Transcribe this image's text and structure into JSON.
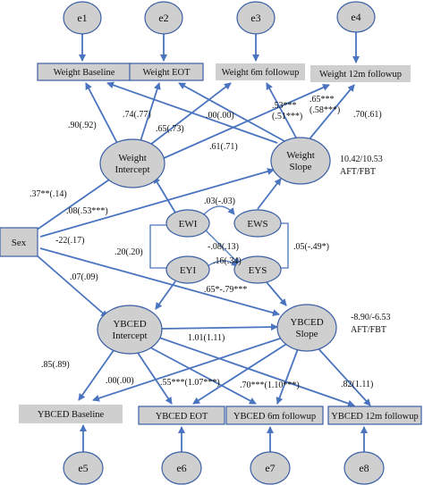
{
  "errors": [
    "e1",
    "e2",
    "e3",
    "e4",
    "e5",
    "e6",
    "e7",
    "e8"
  ],
  "weight_boxes": [
    "Weight Baseline",
    "Weight EOT",
    "Weight 6m followup",
    "Weight 12m followup"
  ],
  "ybced_boxes": [
    "YBCED Baseline",
    "YBCED EOT",
    "YBCED 6m followup",
    "YBCED 12m followup"
  ],
  "latent": {
    "weight_intercept": [
      "Weight",
      "Intercept"
    ],
    "weight_slope": [
      "Weight",
      "Slope"
    ],
    "ybced_intercept": [
      "YBCED",
      "Intercept"
    ],
    "ybced_slope": [
      "YBCED",
      "Slope"
    ]
  },
  "mid_nodes": {
    "ewi": "EWI",
    "ews": "EWS",
    "eyi": "EYI",
    "eys": "EYS"
  },
  "sex_label": "Sex",
  "annotations": {
    "weight_slope_means": [
      "10.42/10.53",
      "AFT/FBT"
    ],
    "ybced_slope_means": [
      "-8.90/-6.53",
      "AFT/FBT"
    ]
  },
  "path_labels": {
    "wi_wb": ".90(.92)",
    "wi_weot": ".74(.77)",
    "wi_weot2": ".65(.73)",
    "ws_weot": ".00(.00)",
    "ws_w6": [
      ".53***",
      "(.51***)"
    ],
    "ws_w12a": [
      ".65***",
      "(.58***)"
    ],
    "ws_w12b": ".70(.61)",
    "wi_w12": ".61(.71)",
    "sex_wi": ".37**(.14)",
    "sex_ws": ".08(.53***)",
    "sex_yi_ws": "-22(.17)",
    "ewi_ews": ".03(-.03)",
    "ewi_eys": "-.08(.13)",
    "eyi_eys": ".16(.34)",
    "ewi_eyi": ".20(.20)",
    "ews_eys": ".05(-.49*)",
    "eyi_eys_b": ".65*-.79***",
    "sex_yi": ".07(.09)",
    "yi_ys": "1.01(1.11)",
    "yi_yb": ".85(.89)",
    "ys_yb": ".00(.00)",
    "yi_yeot": ".55***(1.07***)",
    "ys_y6": ".70***(1.10***)",
    "ys_y12": ".82(1.11)"
  }
}
